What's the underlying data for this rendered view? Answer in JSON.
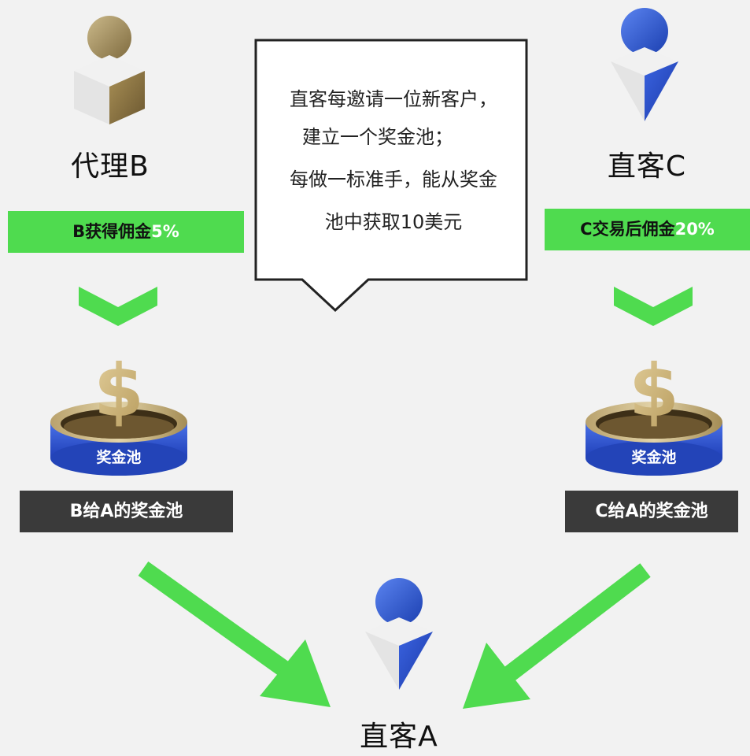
{
  "agent_b": {
    "name": "代理B",
    "commission_prefix": "B获得佣金",
    "commission_pct": "5%",
    "pool_name": "奖金池",
    "pool_label": "B给A的奖金池"
  },
  "client_c": {
    "name": "直客C",
    "commission_prefix": "C交易后佣金",
    "commission_pct": "20%",
    "pool_name": "奖金池",
    "pool_label": "C给A的奖金池"
  },
  "client_a": {
    "name": "直客A"
  },
  "callout": {
    "lines": [
      "直客每邀请一位新客户，",
      "建立一个奖金池；",
      "每做一标准手，能从奖金",
      "池中获取10美元"
    ]
  },
  "colors": {
    "green": "#4fdb4f",
    "blue": "#2f55d4",
    "gold": "#b9a26d",
    "dark": "#3a3a3a"
  },
  "icons": {
    "agent": "gold-person-icon",
    "client": "blue-person-icon",
    "pool": "coin-pool-icon",
    "dollar": "dollar-icon",
    "arrow": "chevron-down-icon"
  }
}
